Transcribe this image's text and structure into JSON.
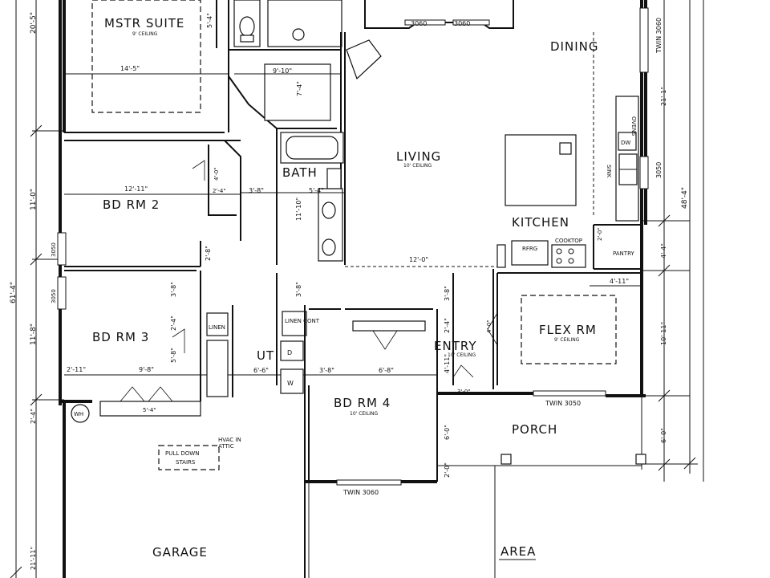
{
  "rooms": {
    "mstr_suite": {
      "name": "MSTR SUITE",
      "ceiling": "9' CEILING",
      "dim_width": "14'-5\""
    },
    "dining": {
      "name": "DINING"
    },
    "living": {
      "name": "LIVING",
      "ceiling": "10' CEILING"
    },
    "kitchen": {
      "name": "KITCHEN"
    },
    "bd_rm_2": {
      "name": "BD RM 2",
      "dim_width": "12'-11\""
    },
    "bath": {
      "name": "BATH"
    },
    "bd_rm_3": {
      "name": "BD RM 3",
      "dim_width": "9'-8\""
    },
    "ut": {
      "name": "UT"
    },
    "entry": {
      "name": "ENTRY",
      "ceiling": "10' CEILING"
    },
    "flex_rm": {
      "name": "FLEX RM",
      "ceiling": "9' CEILING"
    },
    "bd_rm_4": {
      "name": "BD RM 4",
      "ceiling": "10' CEILING",
      "dim_width": "6'-8\""
    },
    "porch": {
      "name": "PORCH"
    },
    "garage": {
      "name": "GARAGE"
    },
    "area": {
      "name": "AREA"
    }
  },
  "labels": {
    "pull_down": "PULL DOWN",
    "stairs": "STAIRS",
    "hvac_line1": "HVAC IN",
    "hvac_line2": "ATTIC",
    "linen": "LINEN",
    "linen_cont": "LINEN CONT",
    "pantry": "PANTRY",
    "refrg": "RFRG",
    "cooktop": "COOKTOP",
    "ovens": "OVENS",
    "dw": "DW",
    "sink": "SINK",
    "wh": "WH",
    "d": "D",
    "w": "W"
  },
  "windows": {
    "win_3060_a": "3060",
    "win_3060_b": "3060",
    "twin_3060_right": "TWIN 3060",
    "win_3050_right": "3050",
    "win_3050_left_a": "3050",
    "win_3050_left_b": "3050",
    "twin_3050_porch": "TWIN 3050",
    "twin_3060_bd4": "TWIN 3060"
  },
  "dimensions": {
    "d_20_5": "20'-5\"",
    "d_5_4_top": "5'-4\"",
    "d_9_10": "9'-10\"",
    "d_7_4": "7'-4\"",
    "d_11_0": "11'-0\"",
    "d_61_4": "61'-4\"",
    "d_11_8": "11'-8\"",
    "d_2_4_low": "2'-4\"",
    "d_21_11": "21'-11\"",
    "d_21_1": "21'-1\"",
    "d_48_4": "48'-4\"",
    "d_3050_side": "3050",
    "d_4_4": "4'-4\"",
    "d_10_11": "10'-11\"",
    "d_6_0": "6'-0\"",
    "d_12_0": "12'-0\"",
    "d_3_8_a": "3'-8\"",
    "d_5_4_bath": "5'-4\"",
    "d_11_10": "11'-10\"",
    "d_2_4_bath": "2'-4\"",
    "d_2_8": "2'-8\"",
    "d_3_8_left": "3'-8\"",
    "d_2_4_left": "2'-4\"",
    "d_5_8": "5'-8\"",
    "d_6_6": "6'-6\"",
    "d_3_8_ut": "3'-8\"",
    "d_2_11": "2'-11\"",
    "d_5_4_closet": "5'-4\"",
    "d_4_0_closet": "4'-0\"",
    "d_3_8_entry": "3'-8\"",
    "d_2_4_entry": "2'-4\"",
    "d_4_11_entry": "4'-11\"",
    "d_4_11_flex": "4'-11\"",
    "d_3_0": "3'-0\"",
    "d_6_0_porch": "6'-0\"",
    "d_2_0": "2'-0\"",
    "d_2_0_door": "2'-0\"",
    "d_4_0_door": "4'-0\""
  }
}
